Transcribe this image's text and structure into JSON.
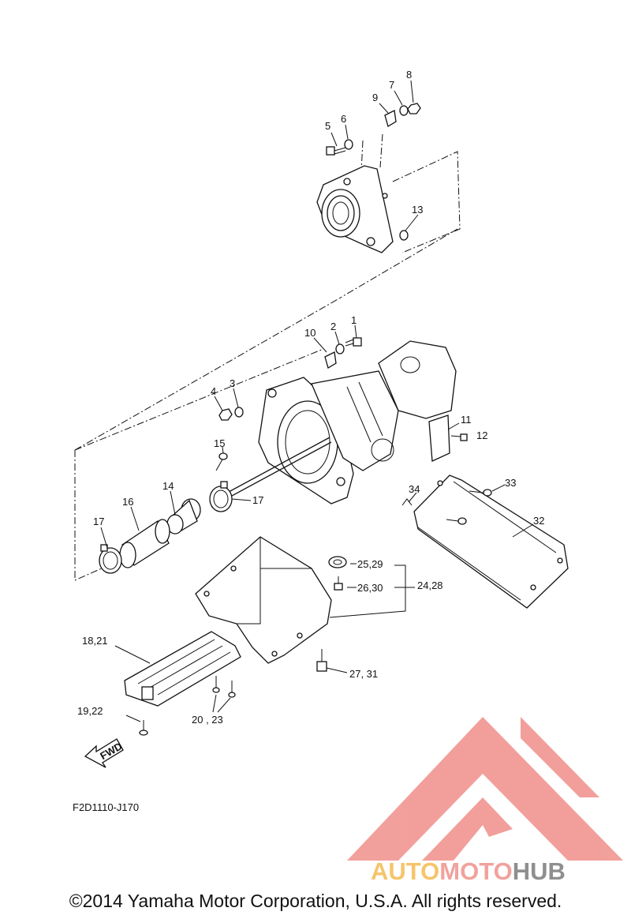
{
  "diagram": {
    "drawing_code": "F2D1110-J170",
    "fwd_marker": "FWD",
    "copyright": "©2014 Yamaha Motor Corporation, U.S.A. All rights reserved.",
    "part_labels": {
      "p1": "1",
      "p2": "2",
      "p3": "3",
      "p4": "4",
      "p5": "5",
      "p6": "6",
      "p7": "7",
      "p8": "8",
      "p9": "9",
      "p10": "10",
      "p11": "11",
      "p12": "12",
      "p13": "13",
      "p14": "14",
      "p15": "15",
      "p16": "16",
      "p17a": "17",
      "p17b": "17",
      "p18_21": "18,21",
      "p19_22": "19,22",
      "p20_23": "20 , 23",
      "p24_28": "24,28",
      "p25_29": "25,29",
      "p26_30": "26,30",
      "p27_31": "27, 31",
      "p32": "32",
      "p33": "33",
      "p34": "34"
    }
  },
  "watermark": {
    "part1": "AUTO",
    "part2": "MOTO",
    "part3": "HUB",
    "colors": {
      "auto": "#f6c46a",
      "moto": "#f1a29d",
      "hub": "#8f8f8f",
      "logo": "#f08f8a"
    }
  }
}
